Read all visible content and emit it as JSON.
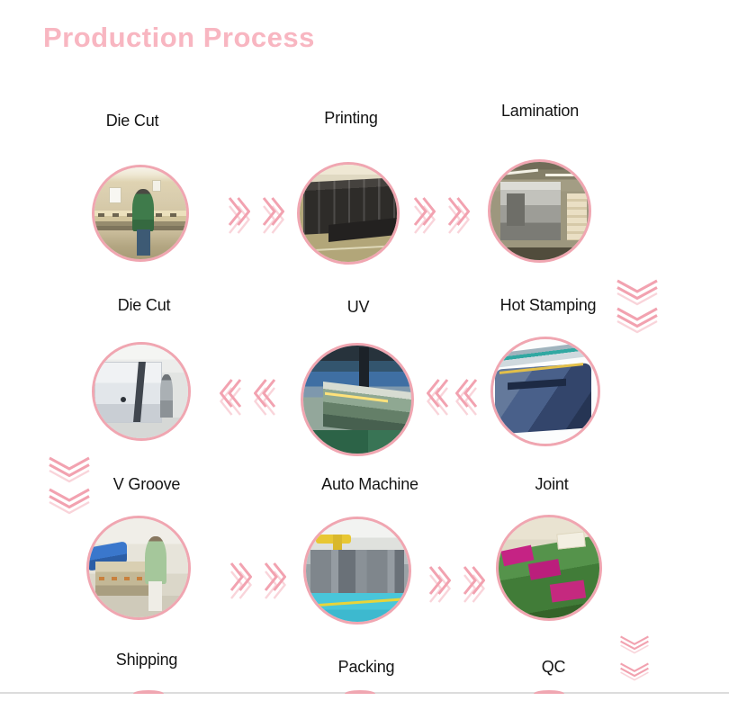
{
  "title": "Production Process",
  "colors": {
    "title_pink": "#f8b6c1",
    "chevron_pink": "#f2a2b0",
    "chevron_echo_pink": "#f9d4da",
    "circle_ring_pink": "#f0a6b1",
    "label_text": "#141414",
    "divider_gray": "#dcdcdc"
  },
  "rows": [
    {
      "flow": "right",
      "items": [
        {
          "label": "Die Cut",
          "photo": "operator in green shirt at paper cutting machine"
        },
        {
          "label": "Printing",
          "photo": "dark offset printing press line"
        },
        {
          "label": "Lamination",
          "photo": "silver lamination machine in workshop"
        }
      ]
    },
    {
      "flow": "left",
      "items": [
        {
          "label": "Die Cut",
          "photo": "white die cutting machine with operator"
        },
        {
          "label": "UV",
          "photo": "UV coating machine with green conveyor"
        },
        {
          "label": "Hot Stamping",
          "photo": "blue-gray hot stamping machine render"
        }
      ]
    },
    {
      "flow": "right",
      "items": [
        {
          "label": "V Groove",
          "photo": "operator at v-groove machine with blue part"
        },
        {
          "label": "Auto Machine",
          "photo": "automatic machine hall with yellow arm and cyan floor"
        },
        {
          "label": "Joint",
          "photo": "magenta boxes on green conveyor belt"
        }
      ]
    },
    {
      "flow": "down",
      "items": [
        {
          "label": "Shipping"
        },
        {
          "label": "Packing"
        },
        {
          "label": "QC"
        }
      ]
    }
  ]
}
